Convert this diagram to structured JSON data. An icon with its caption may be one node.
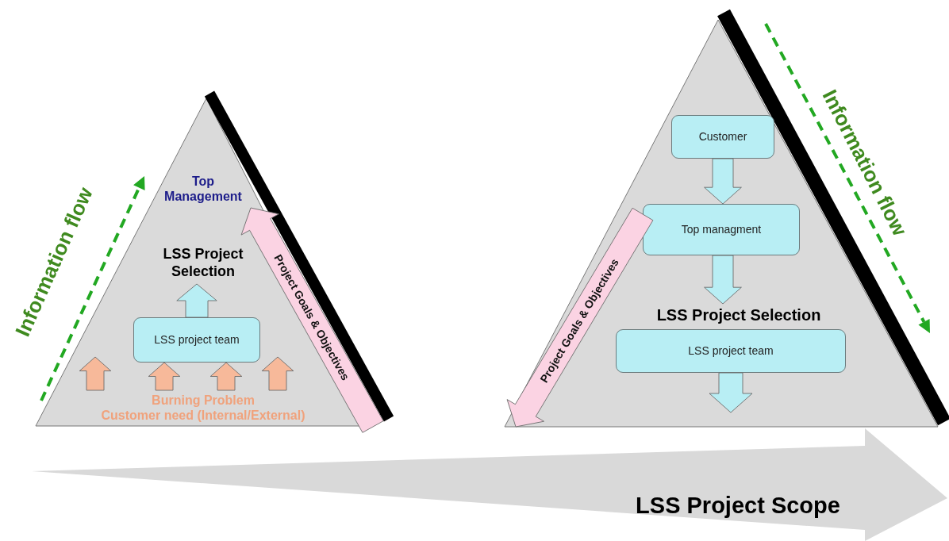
{
  "diagram": {
    "nodes": [
      {
        "text": [],
        "shape": "triangle"
      },
      {
        "text": [
          "Top Management"
        ],
        "in": 0
      },
      {
        "text": [
          "LSS Project Selection"
        ],
        "in": 0
      },
      {
        "text": [
          "LSS project team"
        ],
        "in": 0
      },
      {
        "text": [
          "Burning Problem",
          "Customer need (Internal/External)"
        ],
        "in": 0
      },
      {
        "text": [],
        "shape": "triangle"
      },
      {
        "text": [
          "Customer"
        ],
        "in": 5
      },
      {
        "text": [
          "Top managment"
        ],
        "in": 5
      },
      {
        "text": [
          "LSS Project Selection"
        ],
        "in": 5
      },
      {
        "text": [
          "LSS project team"
        ],
        "in": 5
      }
    ],
    "edges": [
      {
        "from": 3,
        "to": 2,
        "arrow": "to",
        "color": "#b8eef4"
      },
      {
        "from": 4,
        "to": null,
        "arrow": "to",
        "color": "#f7b99a"
      },
      {
        "from": 4,
        "to": 3,
        "arrow": "to",
        "color": "#f7b99a"
      },
      {
        "from": 4,
        "to": 3,
        "arrow": "to",
        "color": "#f7b99a"
      },
      {
        "from": 4,
        "to": null,
        "arrow": "to",
        "color": "#f7b99a"
      },
      {
        "from": null,
        "to": 1,
        "arrow": "to",
        "label": "Project Goals & Objectives",
        "color": "#fbd3e3"
      },
      {
        "from": 6,
        "to": 7,
        "arrow": "to",
        "color": "#b8eef4"
      },
      {
        "from": 7,
        "to": 8,
        "arrow": "to",
        "color": "#b8eef4"
      },
      {
        "from": 9,
        "to": null,
        "arrow": "to",
        "color": "#b8eef4"
      },
      {
        "from": 7,
        "to": null,
        "arrow": "to",
        "label": "Project Goals & Objectives",
        "color": "#fbd3e3"
      }
    ],
    "labels": [
      "Information flow",
      "Information flow",
      "LSS Project Scope"
    ]
  }
}
